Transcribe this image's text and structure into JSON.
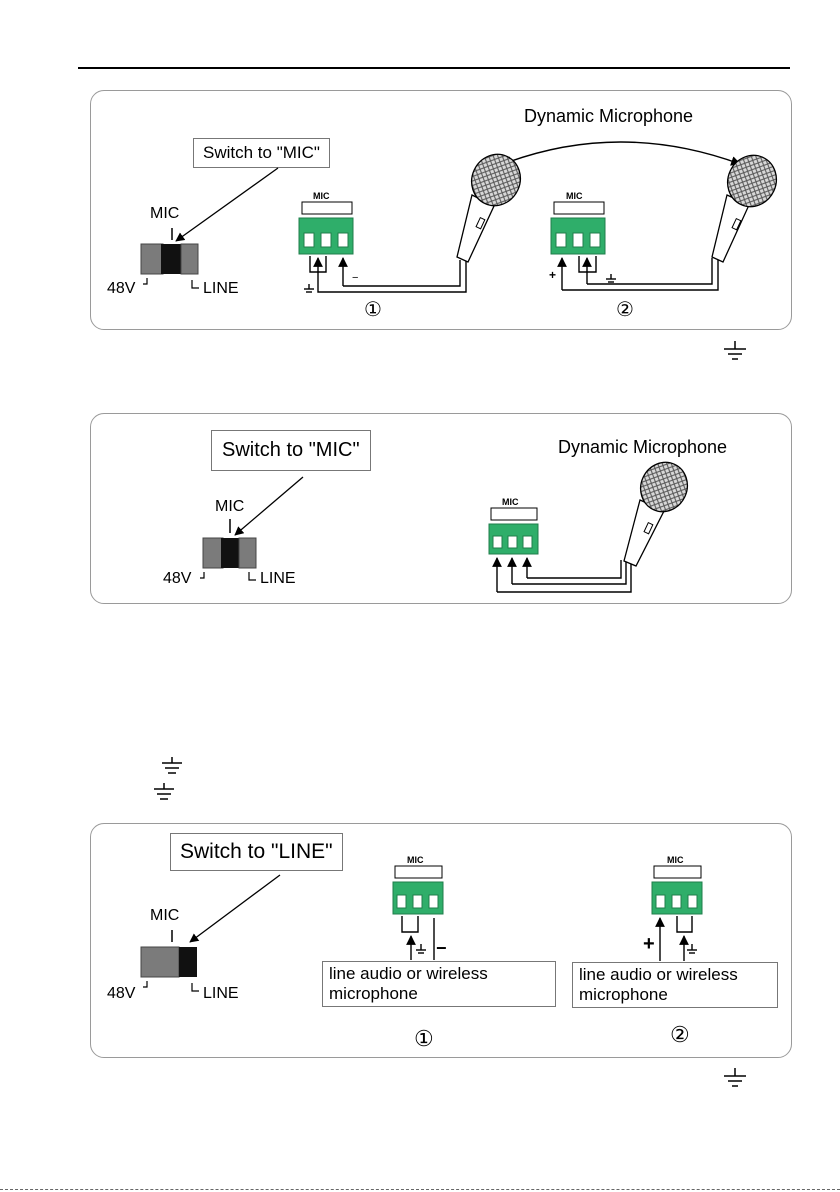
{
  "diagram1": {
    "switch_callout": "Switch to \"MIC\"",
    "mic_label": "MIC",
    "v48_label": "48V",
    "line_label": "LINE",
    "dynamic_mic_label": "Dynamic Microphone",
    "terminal_header": "MIC",
    "pins": [
      "+",
      "⏚",
      "−"
    ],
    "wire_minus": "−",
    "wire_plus": "+",
    "circle1": "①",
    "circle2": "②"
  },
  "diagram2": {
    "switch_callout": "Switch to \"MIC\"",
    "mic_label": "MIC",
    "v48_label": "48V",
    "line_label": "LINE",
    "dynamic_mic_label": "Dynamic Microphone",
    "terminal_header": "MIC",
    "pins": [
      "+",
      "⏚",
      "−"
    ]
  },
  "diagram3": {
    "switch_callout": "Switch to \"LINE\"",
    "mic_label": "MIC",
    "v48_label": "48V",
    "line_label": "LINE",
    "terminal_header": "MIC",
    "pins": [
      "+",
      "⏚",
      "−"
    ],
    "source_label_1": "line audio or wireless microphone",
    "source_label_2": "line audio or wireless microphone",
    "circle1": "①",
    "circle2": "②",
    "wire_minus": "−",
    "wire_plus": "+"
  },
  "colors": {
    "terminal_green": "#2fae6a",
    "panel_border": "#9a9a9a"
  }
}
